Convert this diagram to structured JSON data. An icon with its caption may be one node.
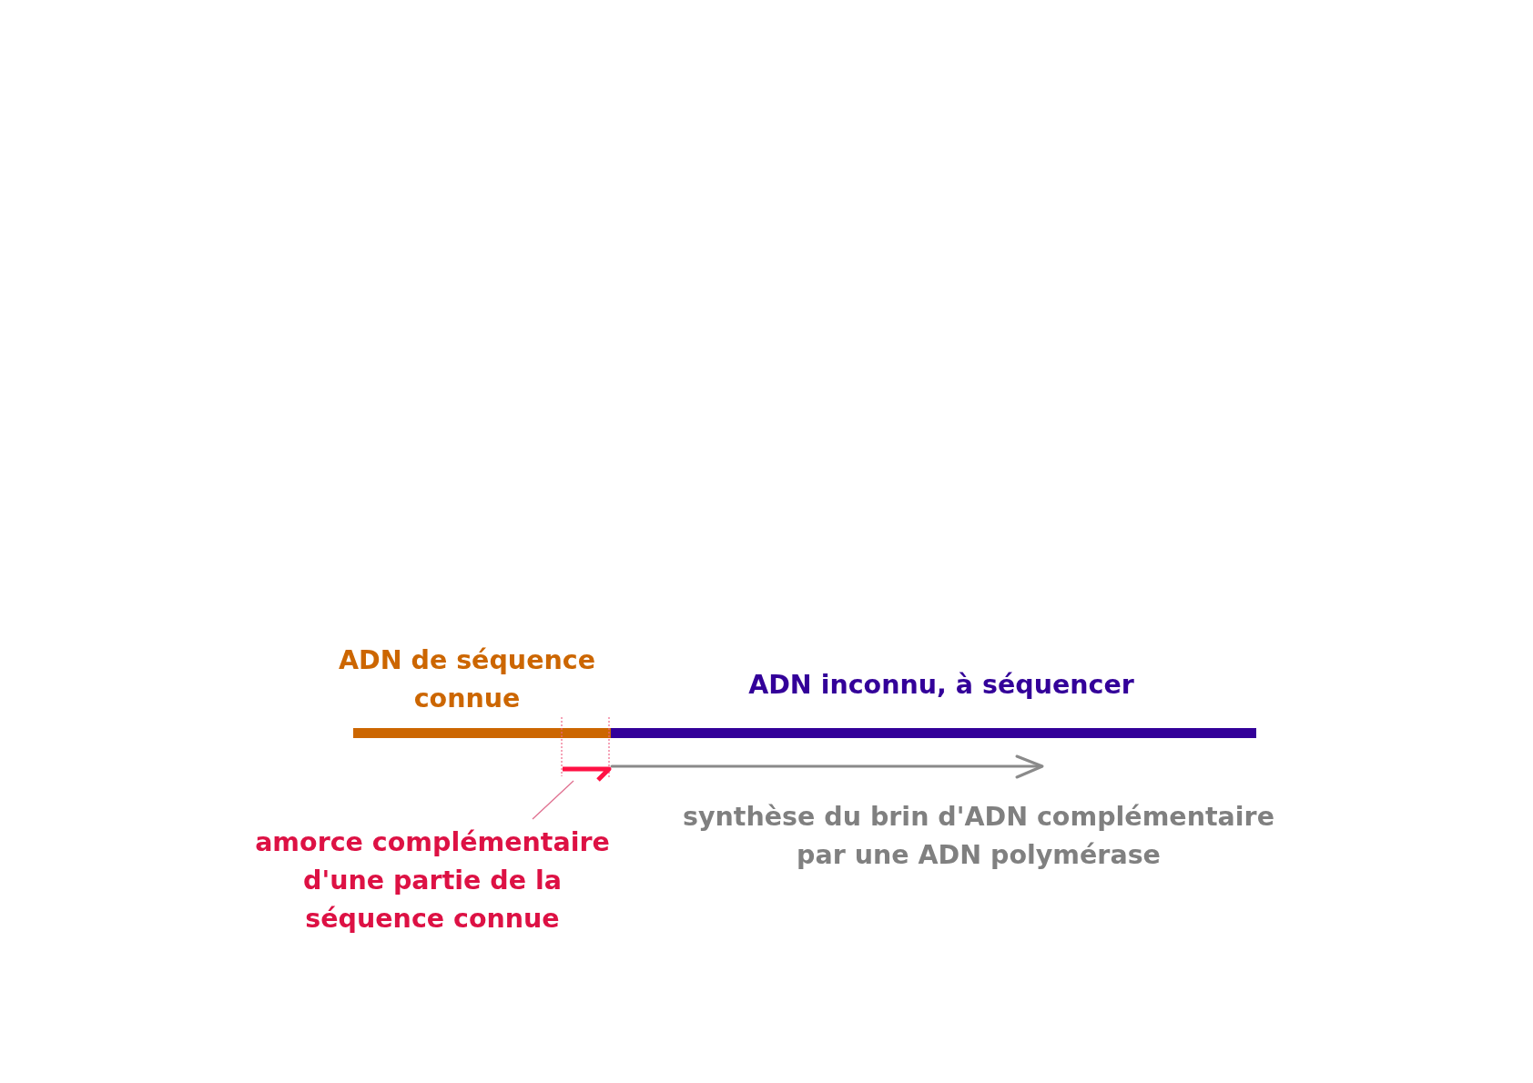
{
  "diagram": {
    "nodes": [
      {
        "text": [
          "amorce complémentaire d'une partie de la séquence connue"
        ]
      },
      {
        "text": [],
        "shape": "arrow"
      }
    ],
    "edges": [
      {
        "from": 0,
        "to": 1,
        "arrow": "none"
      }
    ],
    "labels": [
      "ADN de séquence connue",
      "ADN inconnu, à séquencer",
      "synthèse du brin d'ADN complémentaire par une ADN polymérase"
    ]
  }
}
